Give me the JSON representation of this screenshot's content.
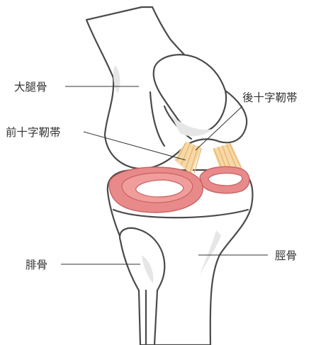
{
  "colors": {
    "meniscus": "#e88a89",
    "meniscus_dark": "#d9706f",
    "ligament": "#f3c98a",
    "outline": "#4a4a4a",
    "bone_shade": "#e6e6e6"
  },
  "labels": {
    "femur": "大腿骨",
    "acl": "前十字靭帯",
    "pcl": "後十字靭帯",
    "fibula": "腓骨",
    "tibia": "脛骨"
  }
}
